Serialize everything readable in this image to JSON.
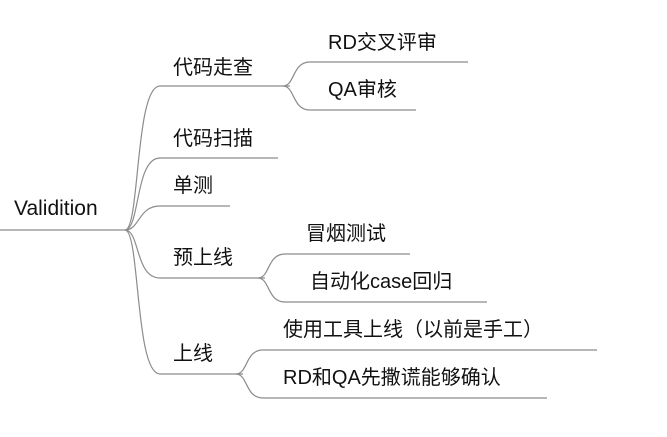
{
  "mindmap": {
    "root": {
      "label": "Validition"
    },
    "branches": [
      {
        "label": "代码走查",
        "children": [
          {
            "label": "RD交叉评审"
          },
          {
            "label": "QA审核"
          }
        ]
      },
      {
        "label": "代码扫描",
        "children": []
      },
      {
        "label": "单测",
        "children": []
      },
      {
        "label": "预上线",
        "children": [
          {
            "label": "冒烟测试"
          },
          {
            "label": "自动化case回归"
          }
        ]
      },
      {
        "label": "上线",
        "children": [
          {
            "label": "使用工具上线（以前是手工）"
          },
          {
            "label": "RD和QA先撒谎能够确认"
          }
        ]
      }
    ]
  },
  "colors": {
    "line": "#8c8c8c",
    "text": "#111111",
    "background": "#ffffff"
  }
}
